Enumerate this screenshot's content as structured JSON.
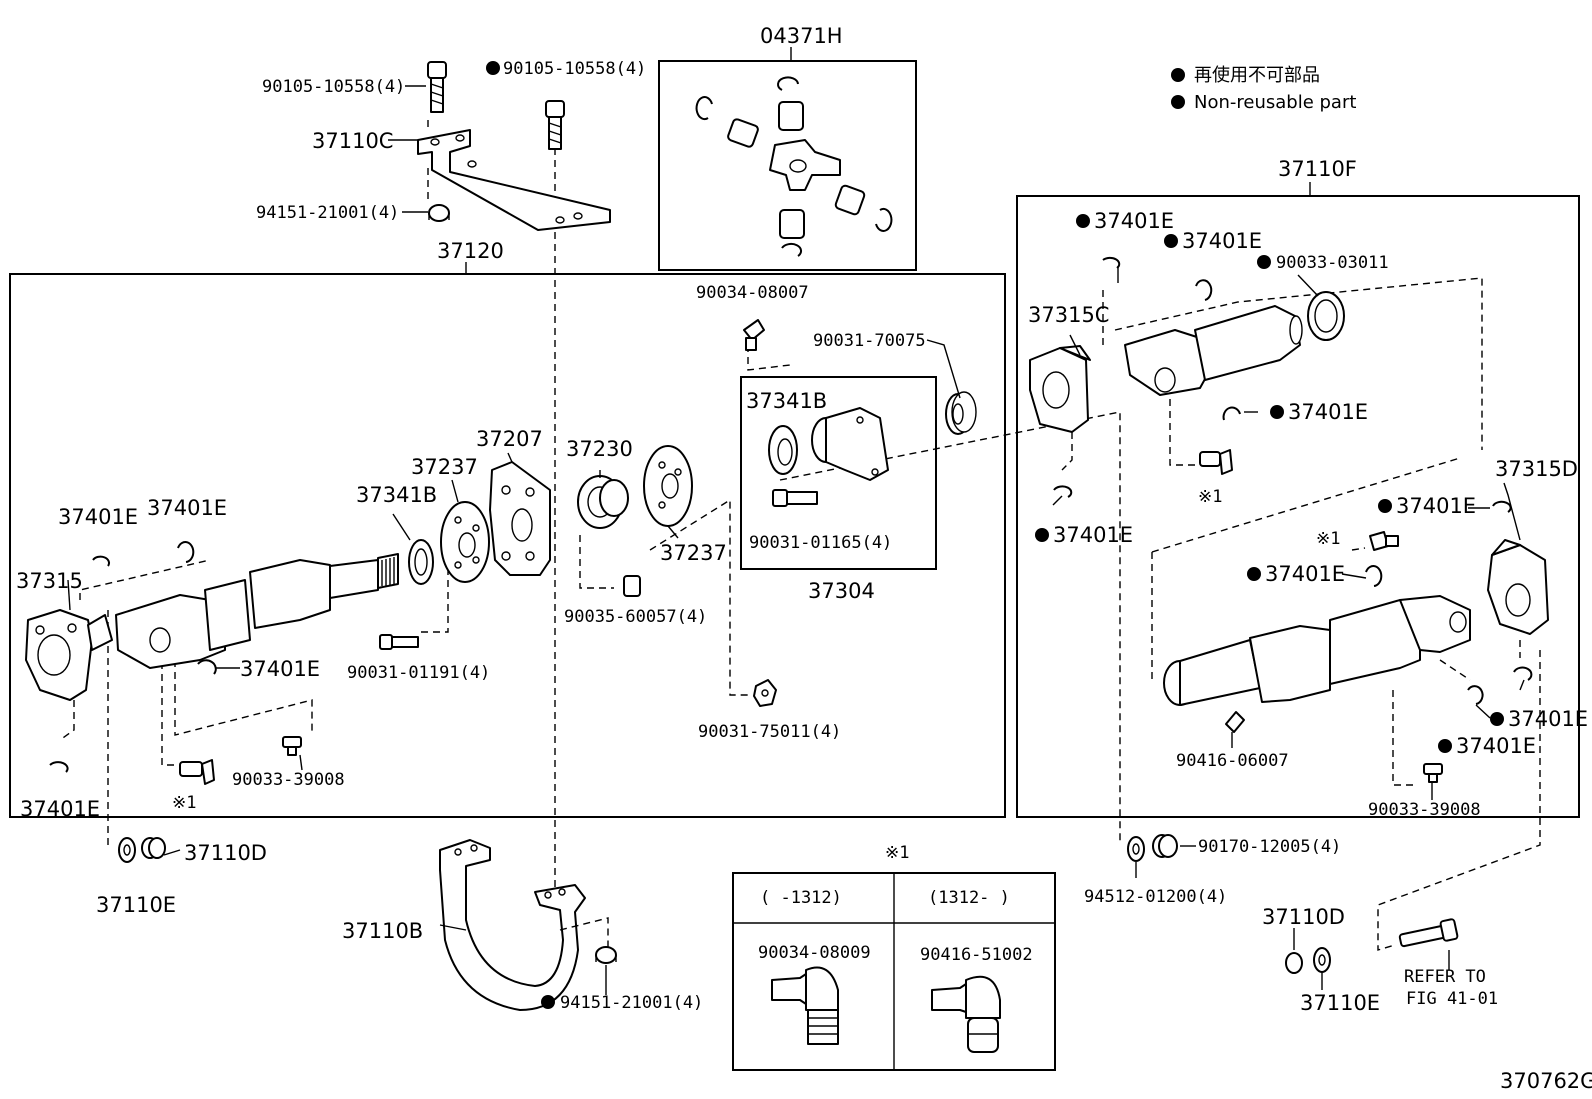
{
  "figure_id": "370762G",
  "legend": {
    "japanese": "再使用不可部品",
    "english": "Non-reusable part"
  },
  "boxes": {
    "front_shaft": "37120",
    "rear_shaft": "37110F",
    "spider_kit": "04371H",
    "bearing_kit": "37304",
    "note_box": "※1"
  },
  "labels": {
    "top_bolt_left": "90105-10558(4)",
    "top_bolt_right": "90105-10558(4)",
    "bracket_c": "37110C",
    "washer_top": "94151-21001(4)",
    "grease_top": "90034-08007",
    "grommet": "90031-70075",
    "seal_kit": "37341B",
    "bolt_kit": "90031-01165(4)",
    "yoke_left": "37315",
    "snap_l1": "37401E",
    "snap_l2": "37401E",
    "snap_l3": "37401E",
    "snap_l4": "37401E",
    "seal_mid": "37341B",
    "flange_a": "37237",
    "support": "37207",
    "bearing": "37230",
    "flange_b": "37237",
    "bolt_mid": "90031-01191(4)",
    "pin": "90035-60057(4)",
    "nut": "90031-75011(4)",
    "plug_left": "90033-39008",
    "note_mark_left": "※1",
    "spacer_d_left": "37110D",
    "spacer_e_left": "37110E",
    "bracket_b": "37110B",
    "washer_bottom": "94151-21001(4)",
    "yoke_c": "37315C",
    "snap_r1": "37401E",
    "snap_r2": "37401E",
    "seal_r": "90033-03011",
    "snap_r3": "37401E",
    "note_mark_r1": "※1",
    "snap_r4": "37401E",
    "yoke_d": "37315D",
    "snap_r5": "37401E",
    "note_mark_r2": "※1",
    "snap_r6": "37401E",
    "snap_r7": "37401E",
    "snap_r8": "37401E",
    "grease_right": "90416-06007",
    "plug_right": "90033-39008",
    "nut_right": "90170-12005(4)",
    "washer_right": "94512-01200(4)",
    "spacer_d_right": "37110D",
    "spacer_e_right": "37110E",
    "refer_line1": "REFER TO",
    "refer_line2": "FIG 41-01"
  },
  "note_table": {
    "col1_range": "(    -1312)",
    "col2_range": "(1312-    )",
    "col1_part": "90034-08009",
    "col2_part": "90416-51002"
  },
  "colors": {
    "ink": "#000000",
    "paper": "#ffffff"
  }
}
